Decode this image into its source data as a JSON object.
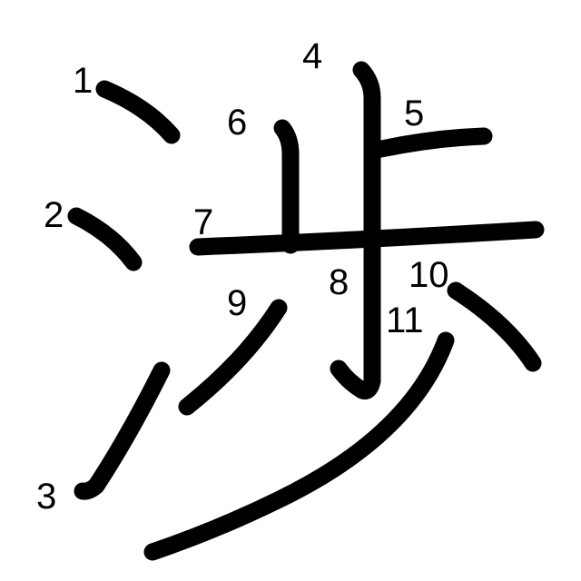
{
  "character": "渉",
  "stroke_color": "#000000",
  "background_color": "#ffffff",
  "strokes": [
    {
      "number": "1"
    },
    {
      "number": "2"
    },
    {
      "number": "3"
    },
    {
      "number": "4"
    },
    {
      "number": "5"
    },
    {
      "number": "6"
    },
    {
      "number": "7"
    },
    {
      "number": "8"
    },
    {
      "number": "9"
    },
    {
      "number": "10"
    },
    {
      "number": "11"
    }
  ]
}
